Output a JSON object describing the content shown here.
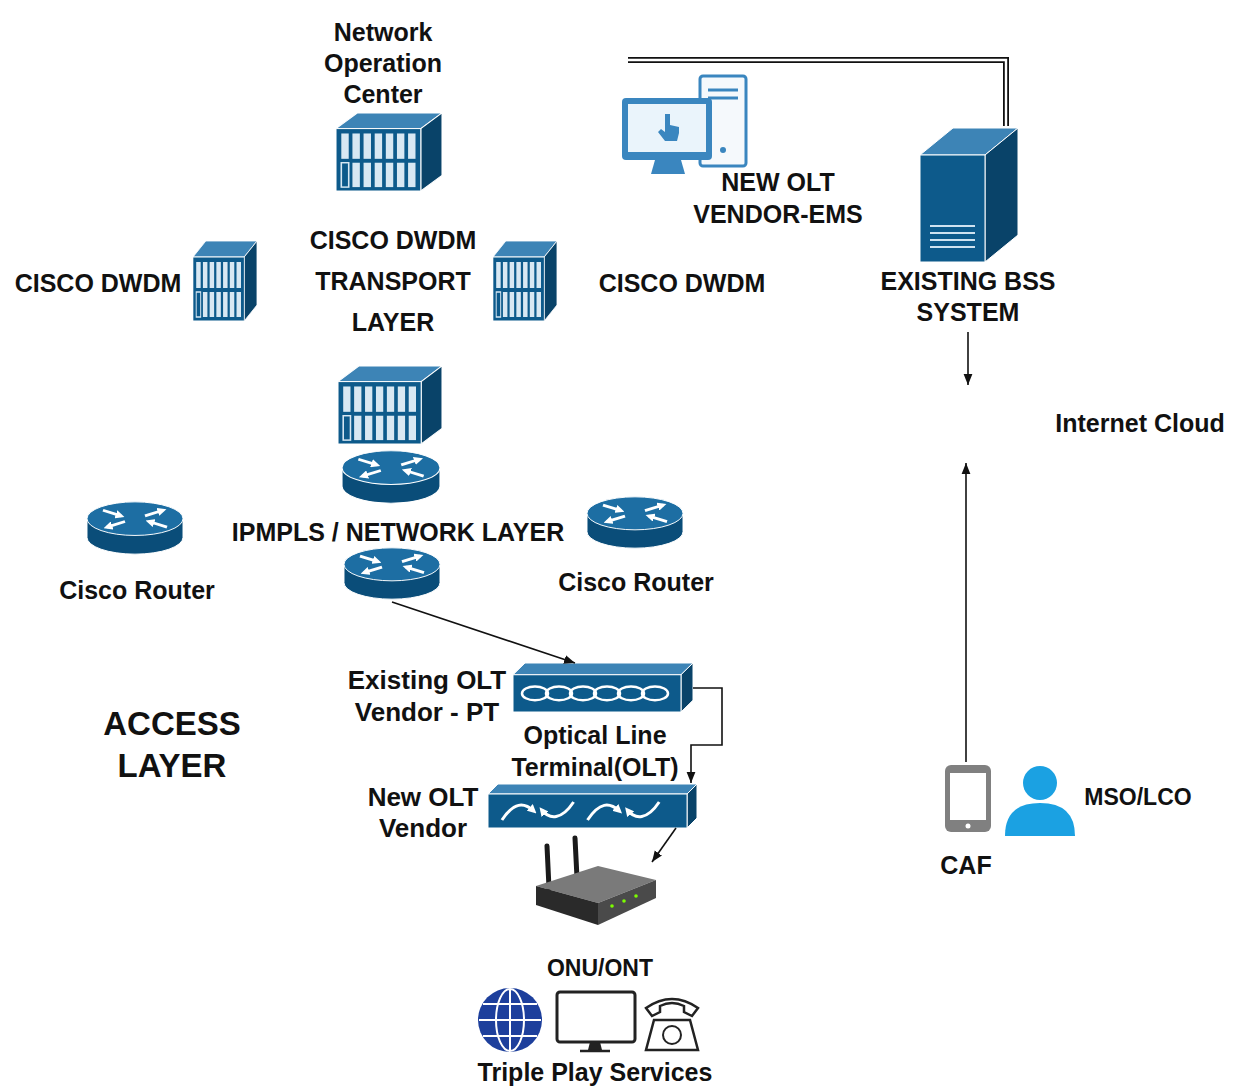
{
  "diagram": {
    "nodes": [
      {
        "text": [
          "Network Operation Center"
        ]
      },
      {
        "text": [
          "NEW OLT VENDOR-EMS"
        ]
      },
      {
        "text": [
          "EXISTING BSS SYSTEM"
        ]
      },
      {
        "text": [
          "CISCO DWDM TRANSPORT LAYER"
        ]
      },
      {
        "text": [
          "CISCO DWDM"
        ]
      },
      {
        "text": [
          "CISCO DWDM"
        ]
      },
      {
        "text": [
          "IPMPLS / NETWORK LAYER"
        ]
      },
      {
        "text": [
          "Cisco Router"
        ]
      },
      {
        "text": [
          "Cisco Router"
        ]
      },
      {
        "text": [
          "Internet Cloud"
        ]
      },
      {
        "text": [
          "ACCESS LAYER"
        ]
      },
      {
        "text": [
          "Existing OLT Vendor - PT",
          "Optical Line Terminal(OLT)"
        ],
        "in": 10
      },
      {
        "text": [
          "New OLT Vendor"
        ],
        "in": 10
      },
      {
        "text": [
          "ONU/ONT"
        ]
      },
      {
        "text": [
          "CAF"
        ]
      },
      {
        "text": [
          "MSO/LCO"
        ]
      }
    ],
    "edges": [
      {
        "from": 0,
        "to": 2,
        "arrow": "none"
      },
      {
        "from": 2,
        "to": 9,
        "arrow": "to"
      },
      {
        "from": 6,
        "to": 11,
        "arrow": "to"
      },
      {
        "from": 11,
        "to": 12,
        "arrow": "to"
      },
      {
        "from": 12,
        "to": 13,
        "arrow": "to"
      },
      {
        "from": 14,
        "to": 9,
        "arrow": "to"
      }
    ],
    "labels": [
      "Triple Play Services"
    ]
  }
}
